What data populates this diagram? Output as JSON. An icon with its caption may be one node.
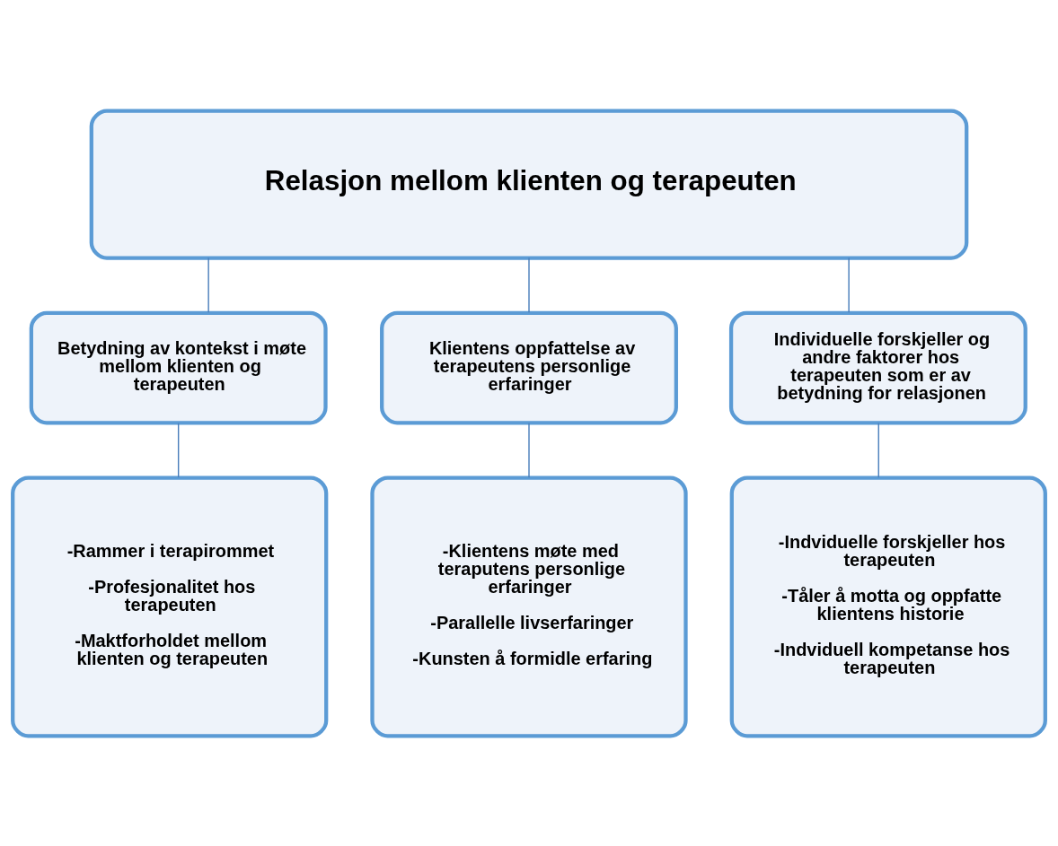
{
  "diagram": {
    "nodes": [
      {
        "text": [
          "Relasjon mellom klienten og terapeuten"
        ]
      },
      {
        "text": [
          "Betydning av kontekst i møte mellom klienten og terapeuten"
        ]
      },
      {
        "text": [
          "Klientens oppfattelse av terapeutens personlige erfaringer"
        ]
      },
      {
        "text": [
          "Individuelle forskjeller og andre faktorer hos terapeuten som er av betydning for relasjonen"
        ]
      },
      {
        "text": [
          "-Rammer i terapirommet",
          "-Profesjonalitet hos terapeuten",
          "-Maktforholdet mellom klienten og terapeuten"
        ]
      },
      {
        "text": [
          "-Klientens møte med teraputens personlige erfaringer",
          "-Parallelle livserfaringer",
          "-Kunsten å formidle erfaring"
        ]
      },
      {
        "text": [
          "-Indviduelle forskjeller hos terapeuten",
          "-Tåler å motta og oppfatte klientens historie",
          "-Indviduell kompetanse hos terapeuten"
        ]
      }
    ],
    "edges": [
      {
        "from": 0,
        "to": 1,
        "arrow": "none"
      },
      {
        "from": 0,
        "to": 2,
        "arrow": "none"
      },
      {
        "from": 0,
        "to": 3,
        "arrow": "none"
      },
      {
        "from": 1,
        "to": 4,
        "arrow": "none"
      },
      {
        "from": 2,
        "to": 5,
        "arrow": "none"
      },
      {
        "from": 3,
        "to": 6,
        "arrow": "none"
      }
    ]
  }
}
